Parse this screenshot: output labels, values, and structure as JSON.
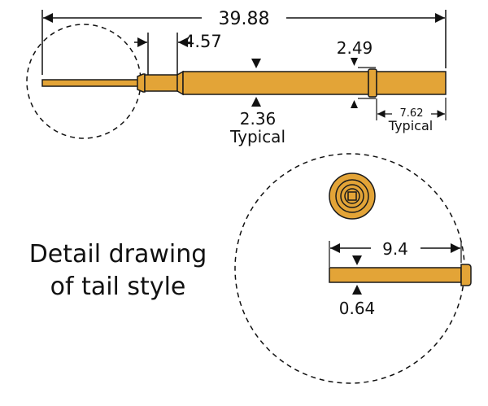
{
  "colors": {
    "pin_fill": "#E3A437",
    "pin_dark": "#B77A1E",
    "outline": "#1a1a1a",
    "dimension": "#111111"
  },
  "dimensions": {
    "overall_length": "39.88",
    "shoulder_length": "4.57",
    "collar_diameter": "2.49",
    "body_diameter": "2.36",
    "body_note": "Typical",
    "end_length": "7.62",
    "end_note": "Typical",
    "tail_length": "9.4",
    "tail_diameter": "0.64"
  },
  "caption": {
    "line1": "Detail drawing",
    "line2": "of tail style"
  }
}
